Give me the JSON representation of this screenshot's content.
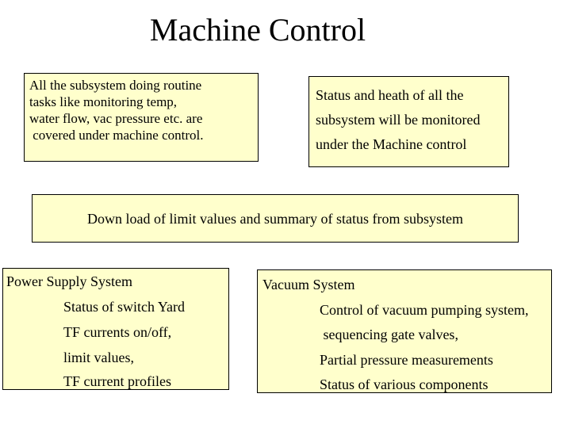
{
  "title": "Machine Control",
  "top_left_box": {
    "lines": [
      "All the subsystem doing routine",
      "tasks like monitoring temp,",
      "water flow, vac pressure etc. are",
      " covered under machine control."
    ]
  },
  "top_right_box": {
    "lines": [
      "Status and heath of all the",
      "subsystem will be monitored",
      "under the Machine control"
    ]
  },
  "middle_box": {
    "text": "Down load of limit values and summary of status from subsystem"
  },
  "power_supply": {
    "heading": "Power Supply System",
    "items": [
      "Status of switch Yard",
      "TF currents on/off,",
      "limit values,",
      "TF current profiles"
    ]
  },
  "vacuum": {
    "heading": "Vacuum System",
    "items": [
      "Control of vacuum pumping system,",
      " sequencing gate valves,",
      "Partial pressure measurements",
      "Status of various components"
    ]
  },
  "colors": {
    "box_fill": "#ffffcc",
    "border": "#000000",
    "text": "#000000"
  }
}
